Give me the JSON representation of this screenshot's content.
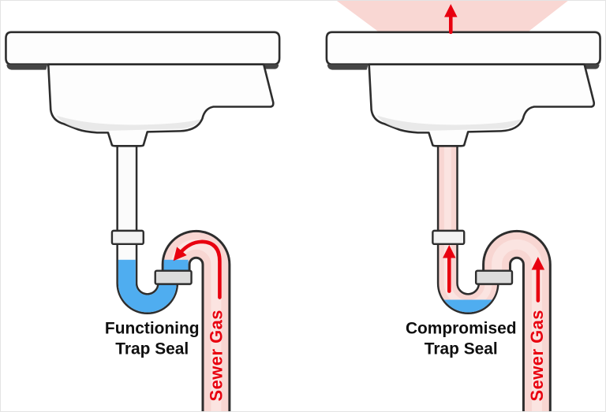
{
  "panels": {
    "left": {
      "caption_line1": "Functioning",
      "caption_line2": "Trap Seal",
      "pipe_label": "Sewer Gas"
    },
    "right": {
      "caption_line1": "Compromised",
      "caption_line2": "Trap Seal",
      "pipe_label": "Sewer Gas"
    }
  },
  "colors": {
    "water": "#4fadf0",
    "gas": "#f8d6d2",
    "gas_light": "#fbe5e2",
    "gas_glow": "#f9d7d3",
    "arrow_red": "#e8000f",
    "outline": "#2d2d2d",
    "porcelain": "#fdfdfd",
    "pipe_white": "#fbfbfb",
    "shade": "#e2e2e2",
    "nut_light": "#f2f2f2",
    "nut_dark": "#dcdcdc"
  }
}
